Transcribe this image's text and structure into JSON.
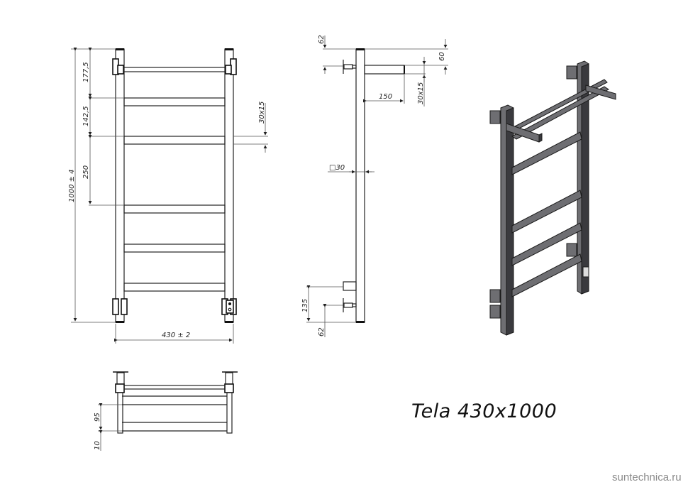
{
  "title": "Tela 430x1000",
  "watermark": "suntechnica.ru",
  "colors": {
    "line": "#222222",
    "dimension": "#555555",
    "iso_fill": "#6e6e72",
    "iso_dark": "#3a3a3e",
    "watermark": "#8a8a8a"
  },
  "front_view": {
    "dims": {
      "overall_height": "1000 ± 4",
      "top_segment": "177,5",
      "second_segment": "142,5",
      "third_segment": "250",
      "bar_section": "30x15",
      "width": "430 ± 2"
    }
  },
  "side_view": {
    "dims": {
      "top_mount": "62",
      "shelf_offset": "60",
      "shelf_depth": "150",
      "shelf_section": "30x15",
      "post_section": "□30",
      "bottom_bracket": "135",
      "bottom_mount": "62"
    }
  },
  "top_view": {
    "dims": {
      "rail_spacing": "95",
      "rail_offset": "10"
    }
  }
}
